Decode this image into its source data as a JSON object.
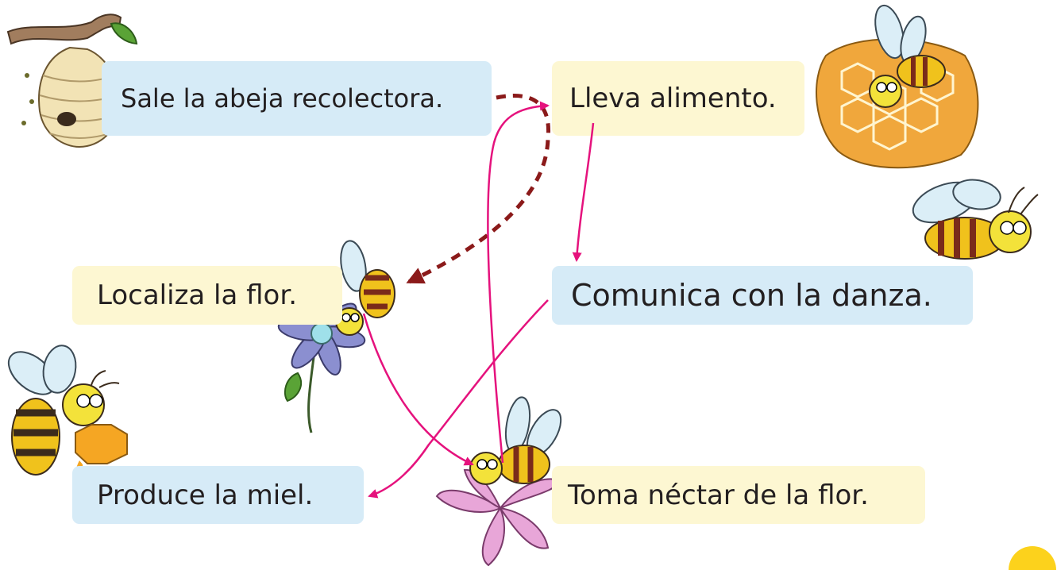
{
  "steps": {
    "sale": "Sale la abeja recolectora.",
    "lleva": "Lleva alimento.",
    "localiza": "Localiza la flor.",
    "comunica": "Comunica con la danza.",
    "produce": "Produce la miel.",
    "toma": "Toma néctar de la flor."
  },
  "colors": {
    "box_blue": "#d6ebf7",
    "box_yellow": "#fdf7d2",
    "arrow_pink": "#e5127d",
    "arrow_dashed": "#8b1a1a",
    "accent_circle": "#fcd21c"
  },
  "illustrations": [
    "beehive",
    "bee-on-honeycomb",
    "flying-bee",
    "bee-on-blue-flower",
    "bee-holding-honeycomb",
    "bee-on-pink-flower"
  ]
}
